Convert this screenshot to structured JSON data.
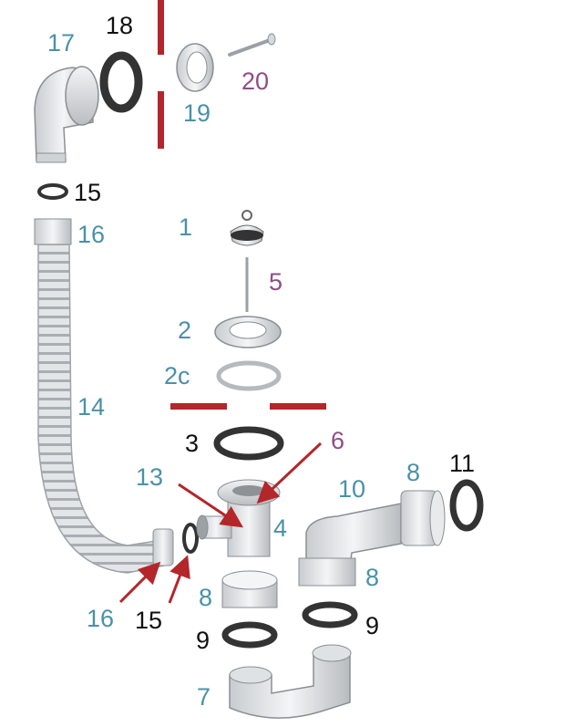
{
  "labels": {
    "l1": "1",
    "l2": "2",
    "l2c": "2c",
    "l3": "3",
    "l4": "4",
    "l5": "5",
    "l6": "6",
    "l7": "7",
    "l8a": "8",
    "l8b": "8",
    "l8c": "8",
    "l9a": "9",
    "l9b": "9",
    "l10": "10",
    "l11": "11",
    "l13": "13",
    "l14": "14",
    "l15a": "15",
    "l15b": "15",
    "l16a": "16",
    "l16b": "16",
    "l17": "17",
    "l18": "18",
    "l19": "19",
    "l20": "20"
  },
  "colors": {
    "teal": "#4a91a8",
    "black": "#111111",
    "purple": "#8e4d86",
    "accent_red": "#b3262a",
    "part_gray": "#e6e8ea",
    "gasket_dark": "#333333"
  }
}
